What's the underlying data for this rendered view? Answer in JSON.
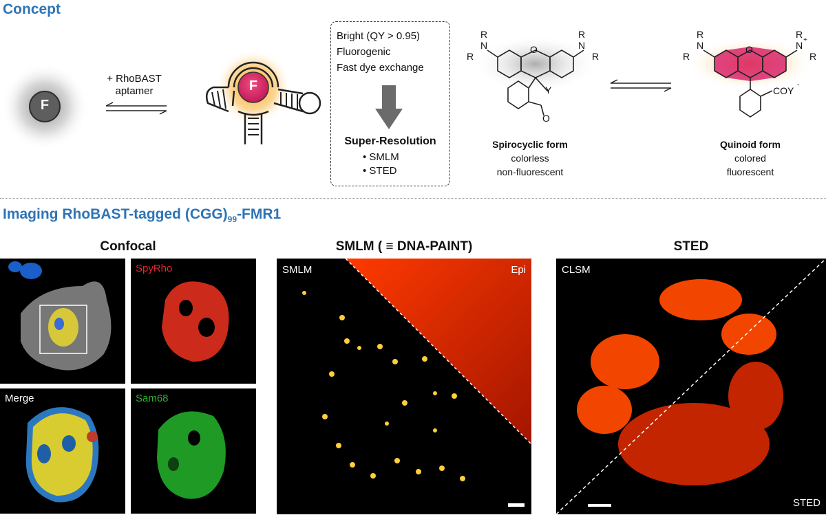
{
  "concept": {
    "title": "Concept",
    "aptamer_label_1": "+ RhoBAST",
    "aptamer_label_2": "aptamer",
    "fluorophore_letter": "F",
    "box": {
      "line1": "Bright (QY > 0.95)",
      "line2": "Fluorogenic",
      "line3": "Fast dye exchange",
      "heading": "Super-Resolution",
      "item1": "SMLM",
      "item2": "STED"
    },
    "spiro": {
      "name": "Spirocyclic form",
      "desc1": "colorless",
      "desc2": "non-fluorescent"
    },
    "quinoid": {
      "name": "Quinoid form",
      "desc1": "colored",
      "desc2": "fluorescent"
    },
    "chem": {
      "R": "R",
      "N": "N",
      "O": "O",
      "Y": "Y",
      "COY": "COY",
      "charge_minus": "-",
      "Nplus": "N",
      "charge_plus": "+"
    },
    "colors": {
      "accent": "#2e74b5",
      "orange": "#f7a21b",
      "magenta": "#d9266f"
    }
  },
  "imaging": {
    "title_prefix": "Imaging RhoBAST-tagged (CGG)",
    "title_sub": "99",
    "title_suffix": "-FMR1",
    "confocal": {
      "title": "Confocal",
      "spyrho_label": "SpyRho",
      "merge_label": "Merge",
      "sam68_label": "Sam68",
      "colors": {
        "spyrho": "#e8262b",
        "sam68": "#2bb32b",
        "label_white": "#ffffff"
      }
    },
    "smlm": {
      "title": "SMLM ( ≡ DNA-PAINT)",
      "left_label": "SMLM",
      "right_label": "Epi"
    },
    "sted": {
      "title": "STED",
      "top_label": "CLSM",
      "bottom_label": "STED"
    }
  }
}
